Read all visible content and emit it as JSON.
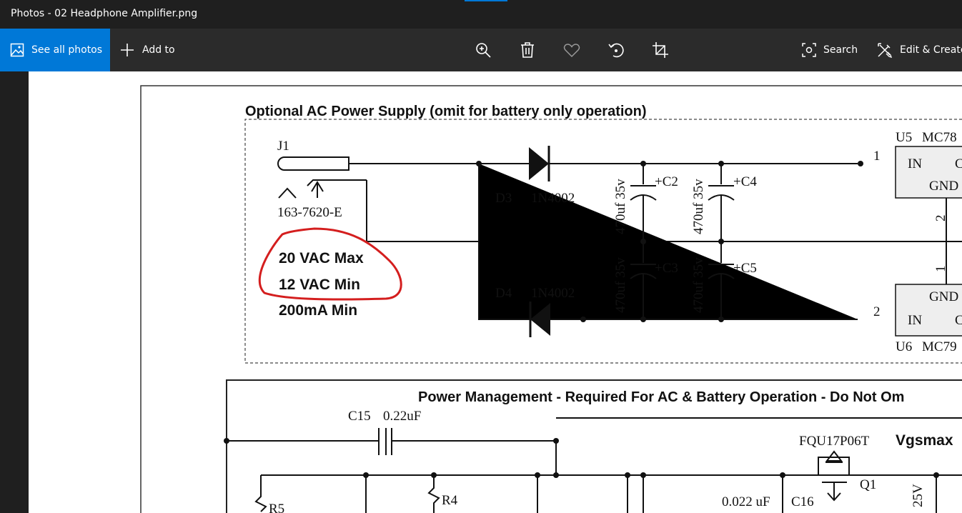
{
  "window": {
    "title": "Photos - 02 Headphone Amplifier.png"
  },
  "toolbar": {
    "see_all_photos": "See all photos",
    "add_to": "Add to",
    "search": "Search",
    "edit_create": "Edit & Create"
  },
  "icons": [
    "photos-icon",
    "plus-icon",
    "zoom-icon",
    "trash-icon",
    "heart-icon",
    "rotate-icon",
    "crop-icon",
    "search-icon",
    "edit-icon"
  ],
  "colors": {
    "accent": "#0078d7",
    "toolbar": "#2b2b2b",
    "titlebar": "#1f1f1f",
    "annotation": "#d41e1e"
  },
  "schematic": {
    "ac_title": "Optional AC Power Supply (omit for battery only operation)",
    "j1": "J1",
    "part_number": "163-7620-E",
    "spec_max": "20 VAC Max",
    "spec_min": "12 VAC Min",
    "spec_current": "200mA Min",
    "d3": "D3",
    "d3_part": "1N4002",
    "d4": "D4",
    "d4_part": "1N4002",
    "cap_rating": "470uf 35v",
    "c2": "+C2",
    "c3": "+C3",
    "c4": "+C4",
    "c5": "+C5",
    "u5": "U5",
    "u5_part": "MC78",
    "u6": "U6",
    "u6_part": "MC79",
    "pin1": "1",
    "pin2": "2",
    "in": "IN",
    "gnd": "GND",
    "out_c": "C",
    "pm_title": "Power Management - Required For AC & Battery Operation - Do Not Om",
    "c15": "C15",
    "c15_val": "0.22uF",
    "fqu": "FQU17P06T",
    "vgsmax": "Vgsmax",
    "q1": "Q1",
    "c16_val": "0.022 uF",
    "c16": "C16",
    "r4": "R4",
    "r5": "R5",
    "v25": "25V"
  }
}
